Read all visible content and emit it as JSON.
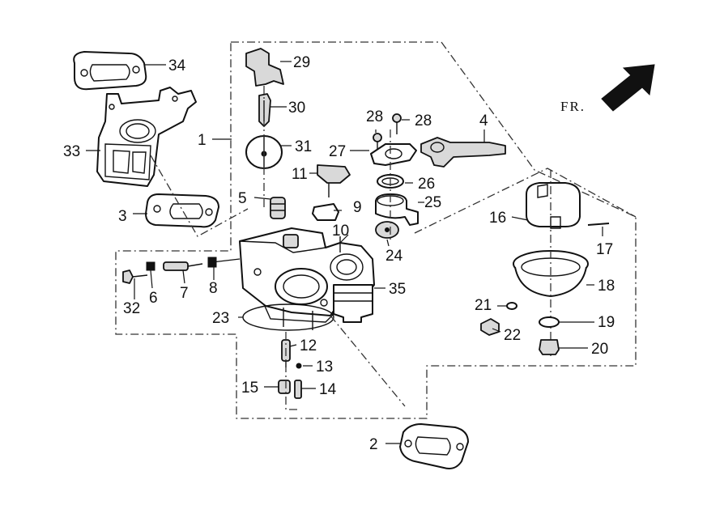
{
  "direction": {
    "text": "FR."
  },
  "labels": {
    "p1": "1",
    "p2": "2",
    "p3": "3",
    "p4": "4",
    "p5": "5",
    "p6": "6",
    "p7": "7",
    "p8": "8",
    "p9": "9",
    "p10": "10",
    "p11": "11",
    "p12": "12",
    "p13": "13",
    "p14": "14",
    "p15": "15",
    "p16": "16",
    "p17": "17",
    "p18": "18",
    "p19": "19",
    "p20": "20",
    "p21": "21",
    "p22": "22",
    "p23": "23",
    "p24": "24",
    "p25": "25",
    "p26": "26",
    "p27": "27",
    "p28a": "28",
    "p28b": "28",
    "p29": "29",
    "p30": "30",
    "p31": "31",
    "p32": "32",
    "p33": "33",
    "p34": "34",
    "p35": "35"
  }
}
